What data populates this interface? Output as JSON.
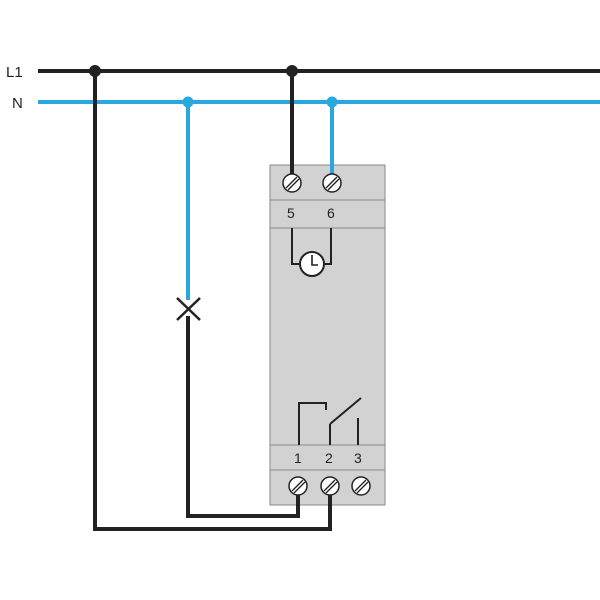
{
  "lines": {
    "l1_label": "L1",
    "n_label": "N"
  },
  "device": {
    "top_terminals": [
      {
        "number": "5"
      },
      {
        "number": "6"
      }
    ],
    "bottom_terminals": [
      {
        "number": "1"
      },
      {
        "number": "2"
      },
      {
        "number": "3"
      }
    ],
    "timer_symbol": "clock-icon",
    "contact_symbol": "changeover-contact-icon"
  },
  "load": {
    "symbol": "lamp-cross-icon"
  },
  "colors": {
    "phase": "#222222",
    "neutral": "#29a8e0",
    "device_body": "#d2d2d2",
    "device_outline": "#8a8a8a"
  }
}
